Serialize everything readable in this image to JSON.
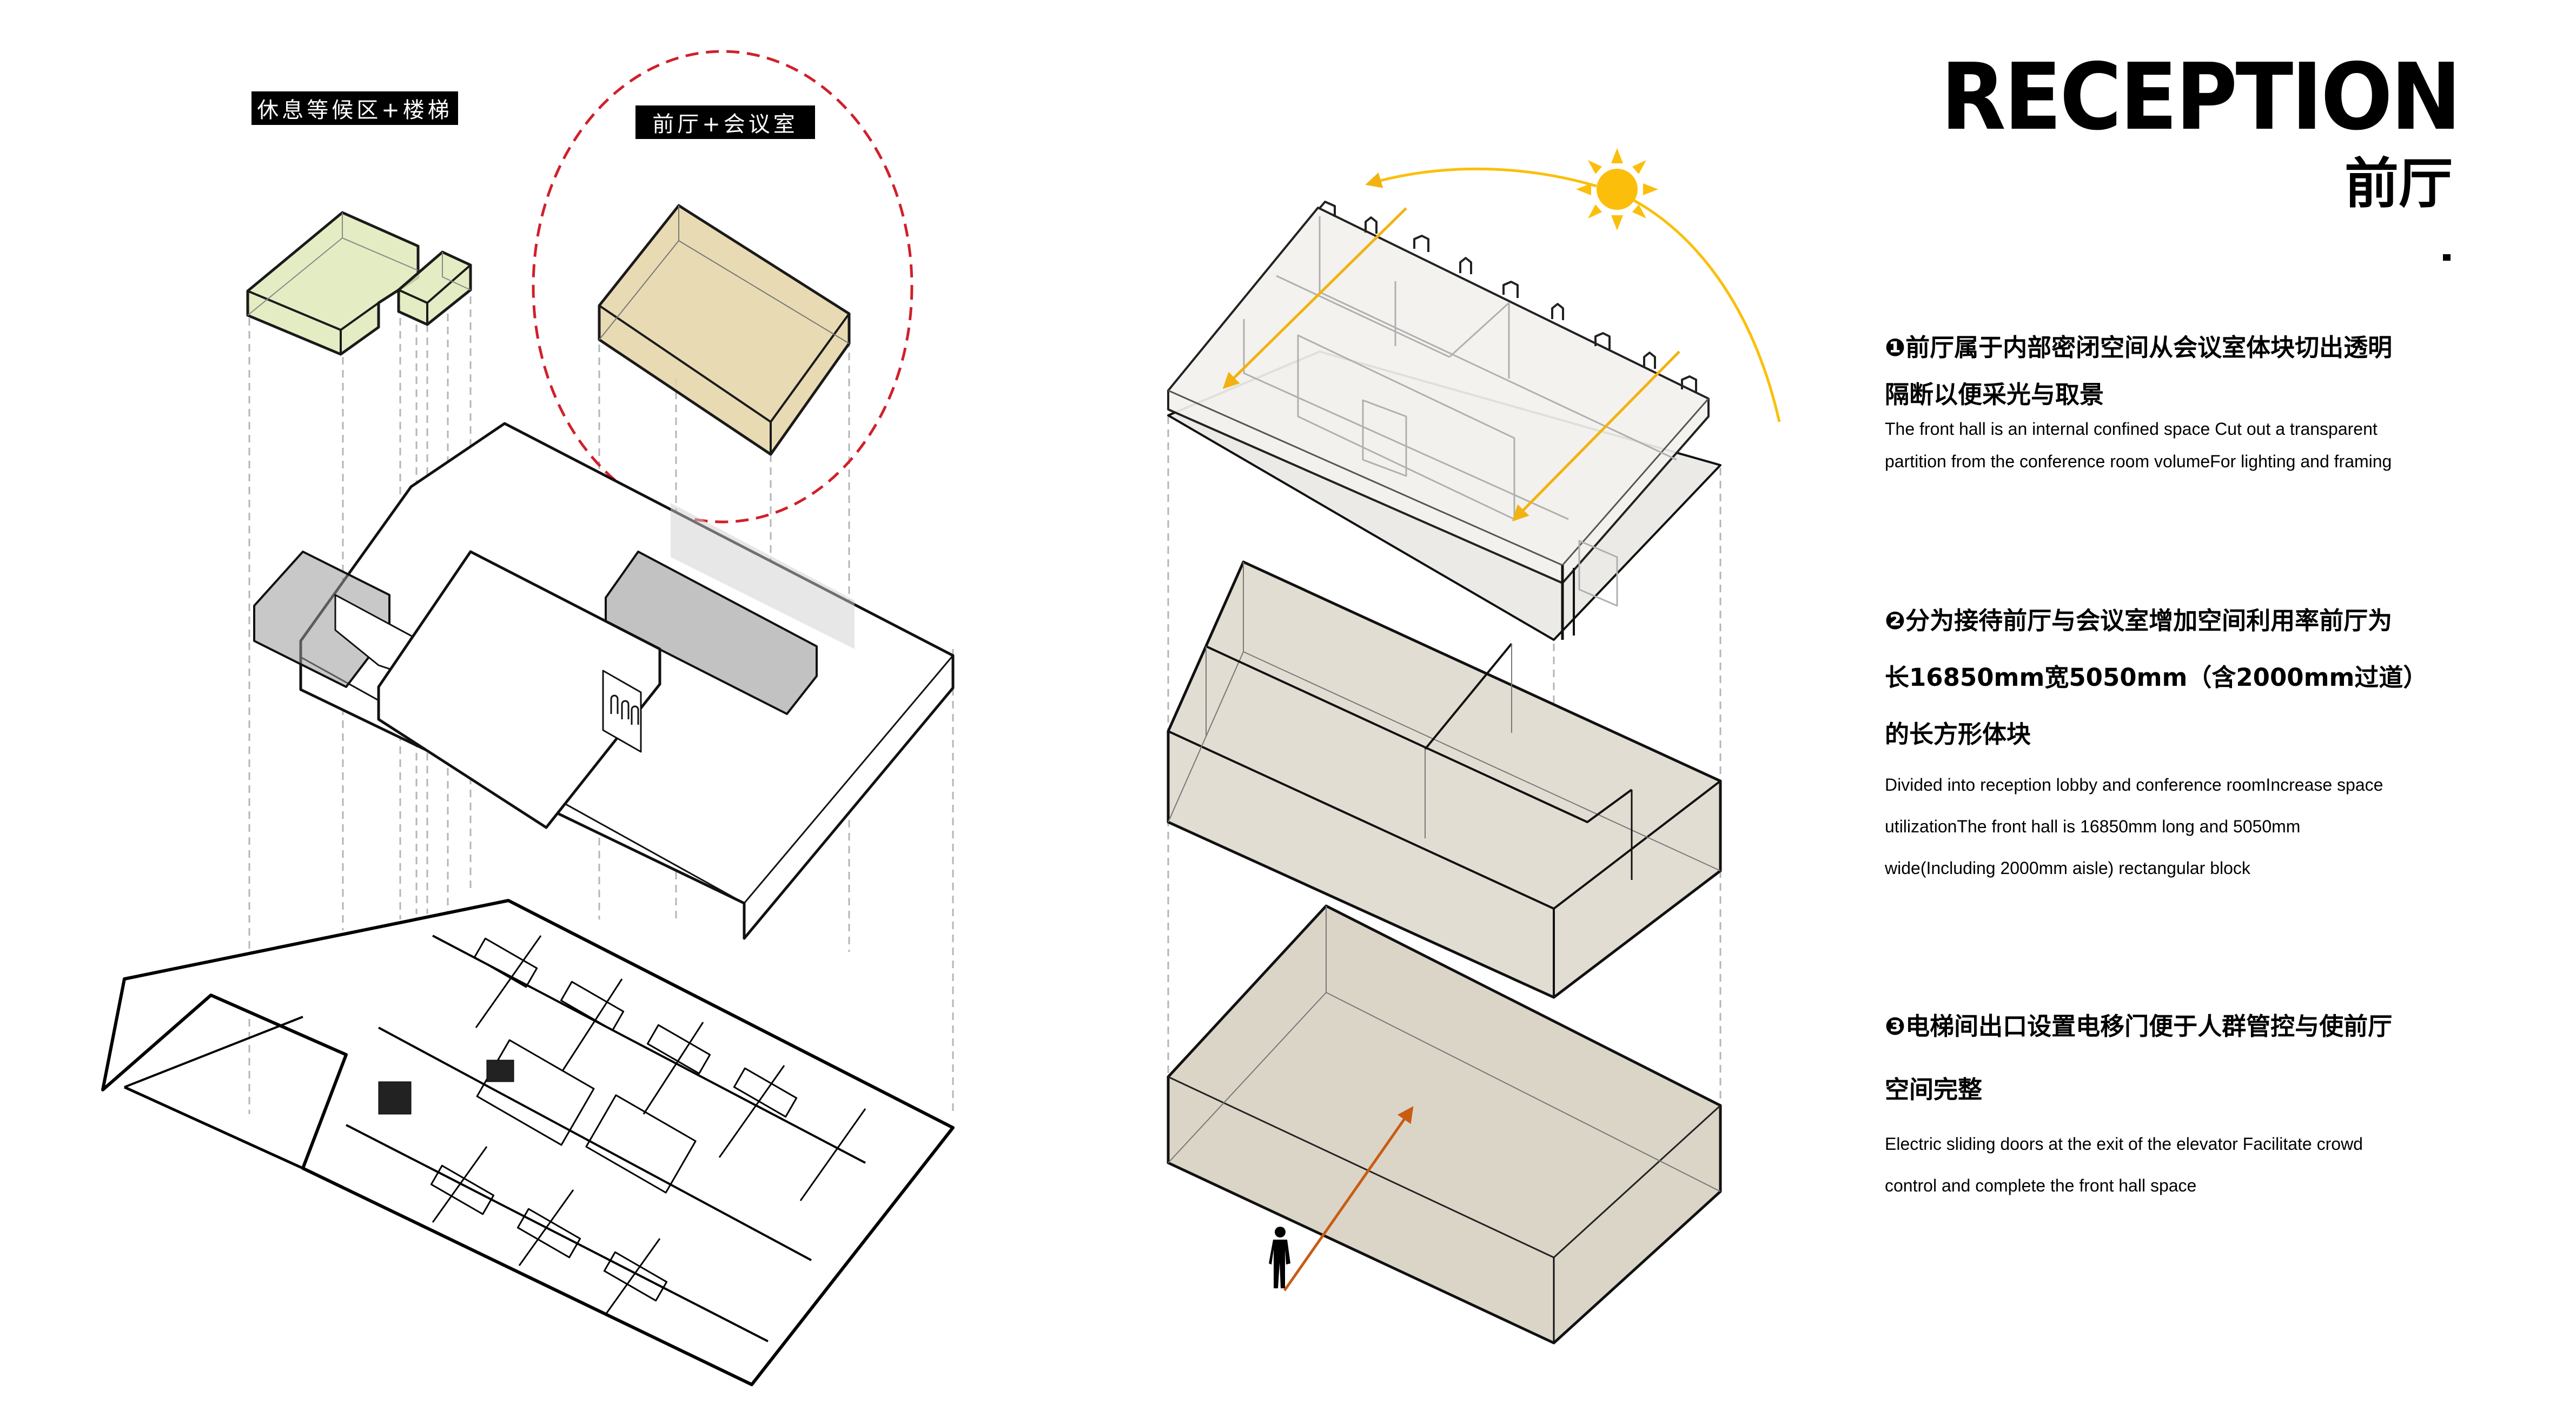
{
  "header": {
    "title": "RECEPTION",
    "subtitle": "前厅",
    "dash": "-"
  },
  "left_diagram": {
    "label_lounge": "休息等候区+楼梯",
    "label_reception": "前厅+会议室",
    "highlight_color": "#d0202a",
    "lounge_color": "#dfe9b9",
    "reception_color": "#e4d4a6"
  },
  "right_diagram": {
    "sun_color": "#fbbf0b",
    "light_arrow_color": "#f2b211",
    "entry_arrow_color": "#c85c12",
    "volume_color": "#e2ddd2"
  },
  "notes": [
    {
      "marker": "❶",
      "zh_lines": [
        "前厅属于内部密闭空间从会议室体块切出透明",
        "隔断以便采光与取景"
      ],
      "en_lines": [
        "The front hall is an internal confined space Cut out a transparent",
        "partition from the conference room volumeFor lighting and framing"
      ]
    },
    {
      "marker": "❷",
      "zh_lines": [
        "分为接待前厅与会议室增加空间利用率前厅为",
        "长16850mm宽5050mm（含2000mm过道）",
        "的长方形体块"
      ],
      "en_lines": [
        "Divided into reception lobby and conference roomIncrease space",
        "utilizationThe front hall is 16850mm long and 5050mm",
        "wide(Including 2000mm aisle) rectangular block"
      ]
    },
    {
      "marker": "❸",
      "zh_lines": [
        "电梯间出口设置电移门便于人群管控与使前厅",
        "空间完整"
      ],
      "en_lines": [
        "Electric sliding doors at the exit of the elevator Facilitate crowd",
        "control and complete the front hall space"
      ]
    }
  ]
}
